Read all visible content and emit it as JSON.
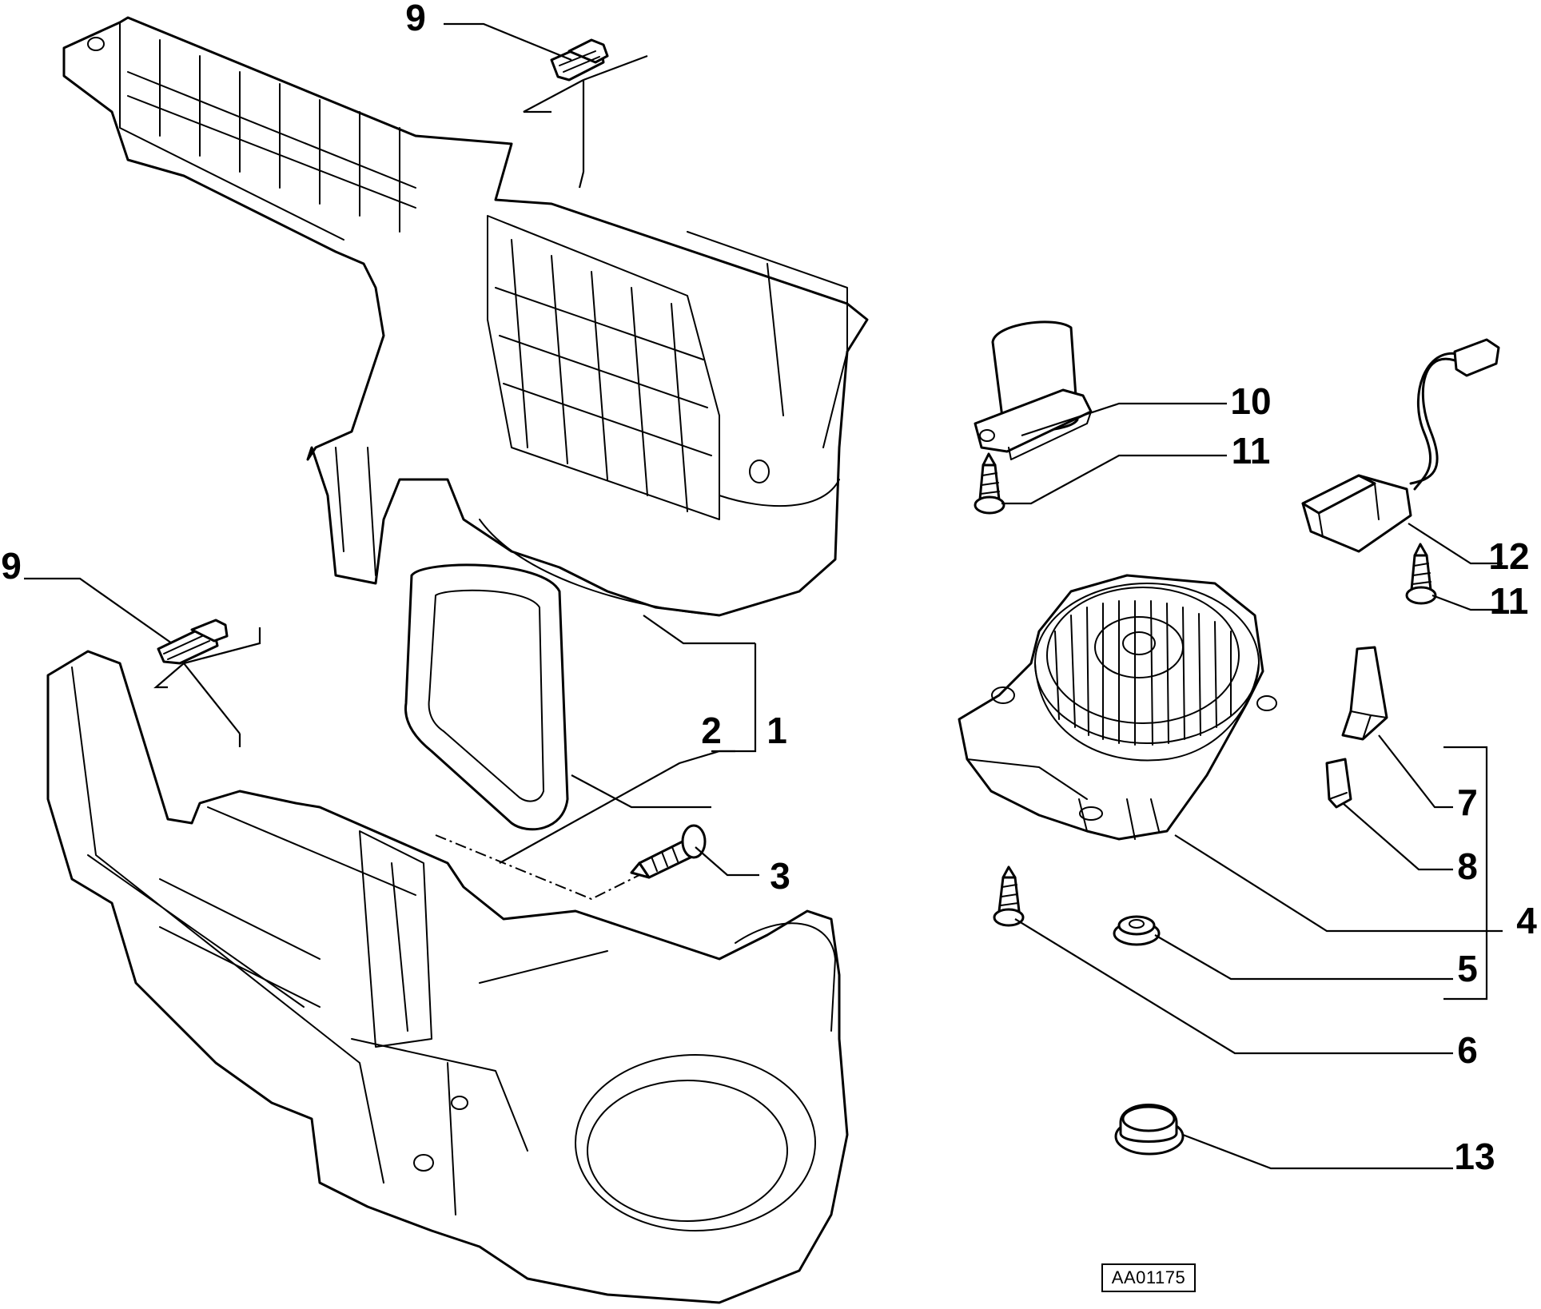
{
  "diagram": {
    "drawing_code": "AA01175",
    "callouts": [
      {
        "id": "c9a",
        "label": "9"
      },
      {
        "id": "c9b",
        "label": "9"
      },
      {
        "id": "c10",
        "label": "10"
      },
      {
        "id": "c11a",
        "label": "11"
      },
      {
        "id": "c12",
        "label": "12"
      },
      {
        "id": "c11b",
        "label": "11"
      },
      {
        "id": "c2",
        "label": "2"
      },
      {
        "id": "c1",
        "label": "1"
      },
      {
        "id": "c3",
        "label": "3"
      },
      {
        "id": "c7",
        "label": "7"
      },
      {
        "id": "c8",
        "label": "8"
      },
      {
        "id": "c4",
        "label": "4"
      },
      {
        "id": "c5",
        "label": "5"
      },
      {
        "id": "c6",
        "label": "6"
      },
      {
        "id": "c13",
        "label": "13"
      }
    ]
  }
}
